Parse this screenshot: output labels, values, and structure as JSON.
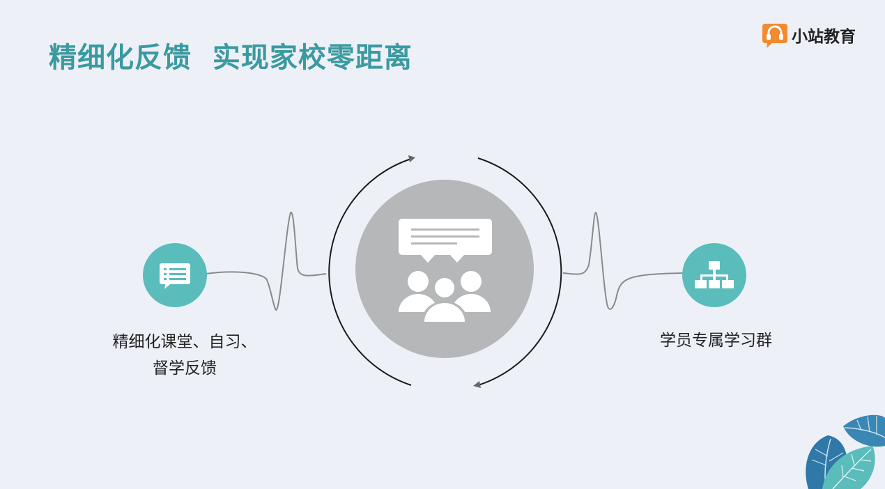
{
  "slide": {
    "title": "精细化反馈  实现家校零距离",
    "brand_name": "小站教育",
    "colors": {
      "title": "#3a9aa0",
      "teal_circle": "#5bbcbc",
      "center_circle": "#b5b7b8",
      "brand_orange": "#f28a2e",
      "leaf_blue": "#3a86b4",
      "leaf_teal": "#5bbcbc"
    },
    "left_feature": {
      "icon": "message-list-icon",
      "label_line1": "精细化课堂、自习、",
      "label_line2": "督学反馈"
    },
    "right_feature": {
      "icon": "org-chart-icon",
      "label": "学员专属学习群"
    },
    "center": {
      "icon": "group-discussion-icon"
    }
  }
}
